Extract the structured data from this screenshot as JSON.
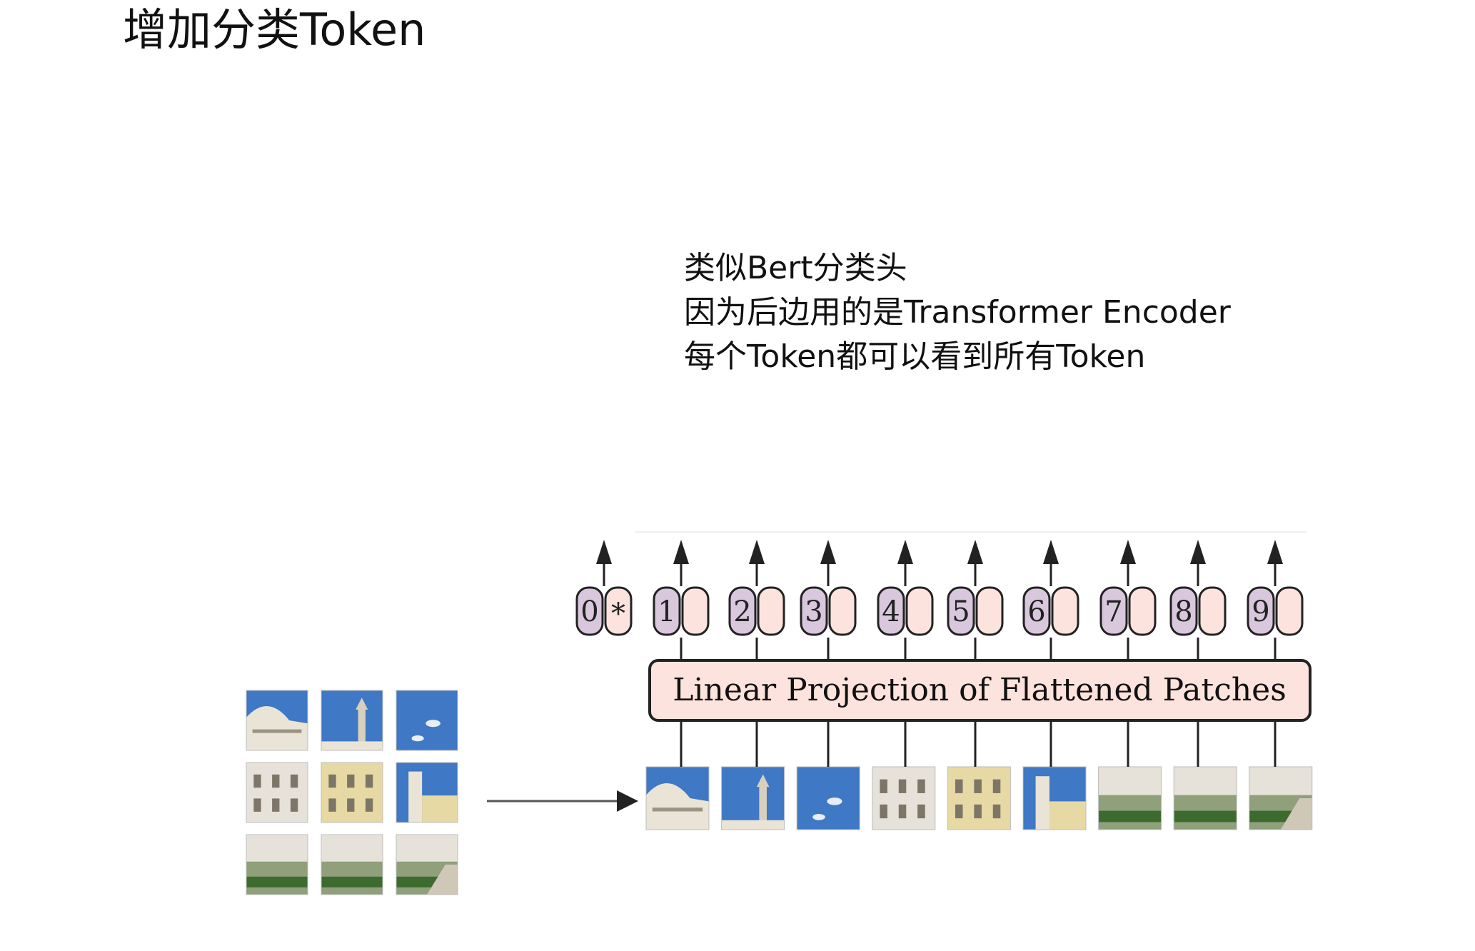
{
  "title": "增加分类Token",
  "notes": [
    "类似Bert分类头",
    "因为后边用的是Transformer Encoder",
    "每个Token都可以看到所有Token"
  ],
  "projection_label": "Linear Projection of Flattened Patches",
  "tokens": [
    "0",
    "1",
    "2",
    "3",
    "4",
    "5",
    "6",
    "7",
    "8",
    "9"
  ],
  "class_token_marker": "*",
  "colors": {
    "position_embedding": "#d9c7dd",
    "patch_embedding": "#fde3dd",
    "projection_box": "#fde3dd",
    "stroke": "#222222",
    "sky": "#3f78c4",
    "building": "#e9e4d6",
    "grass": "#3d6b2f"
  },
  "patches": [
    {
      "type": "sky-building"
    },
    {
      "type": "sky-tower"
    },
    {
      "type": "sky"
    },
    {
      "type": "facade-white"
    },
    {
      "type": "facade-yellow"
    },
    {
      "type": "sky-facade"
    },
    {
      "type": "garden"
    },
    {
      "type": "garden"
    },
    {
      "type": "garden-path"
    }
  ]
}
